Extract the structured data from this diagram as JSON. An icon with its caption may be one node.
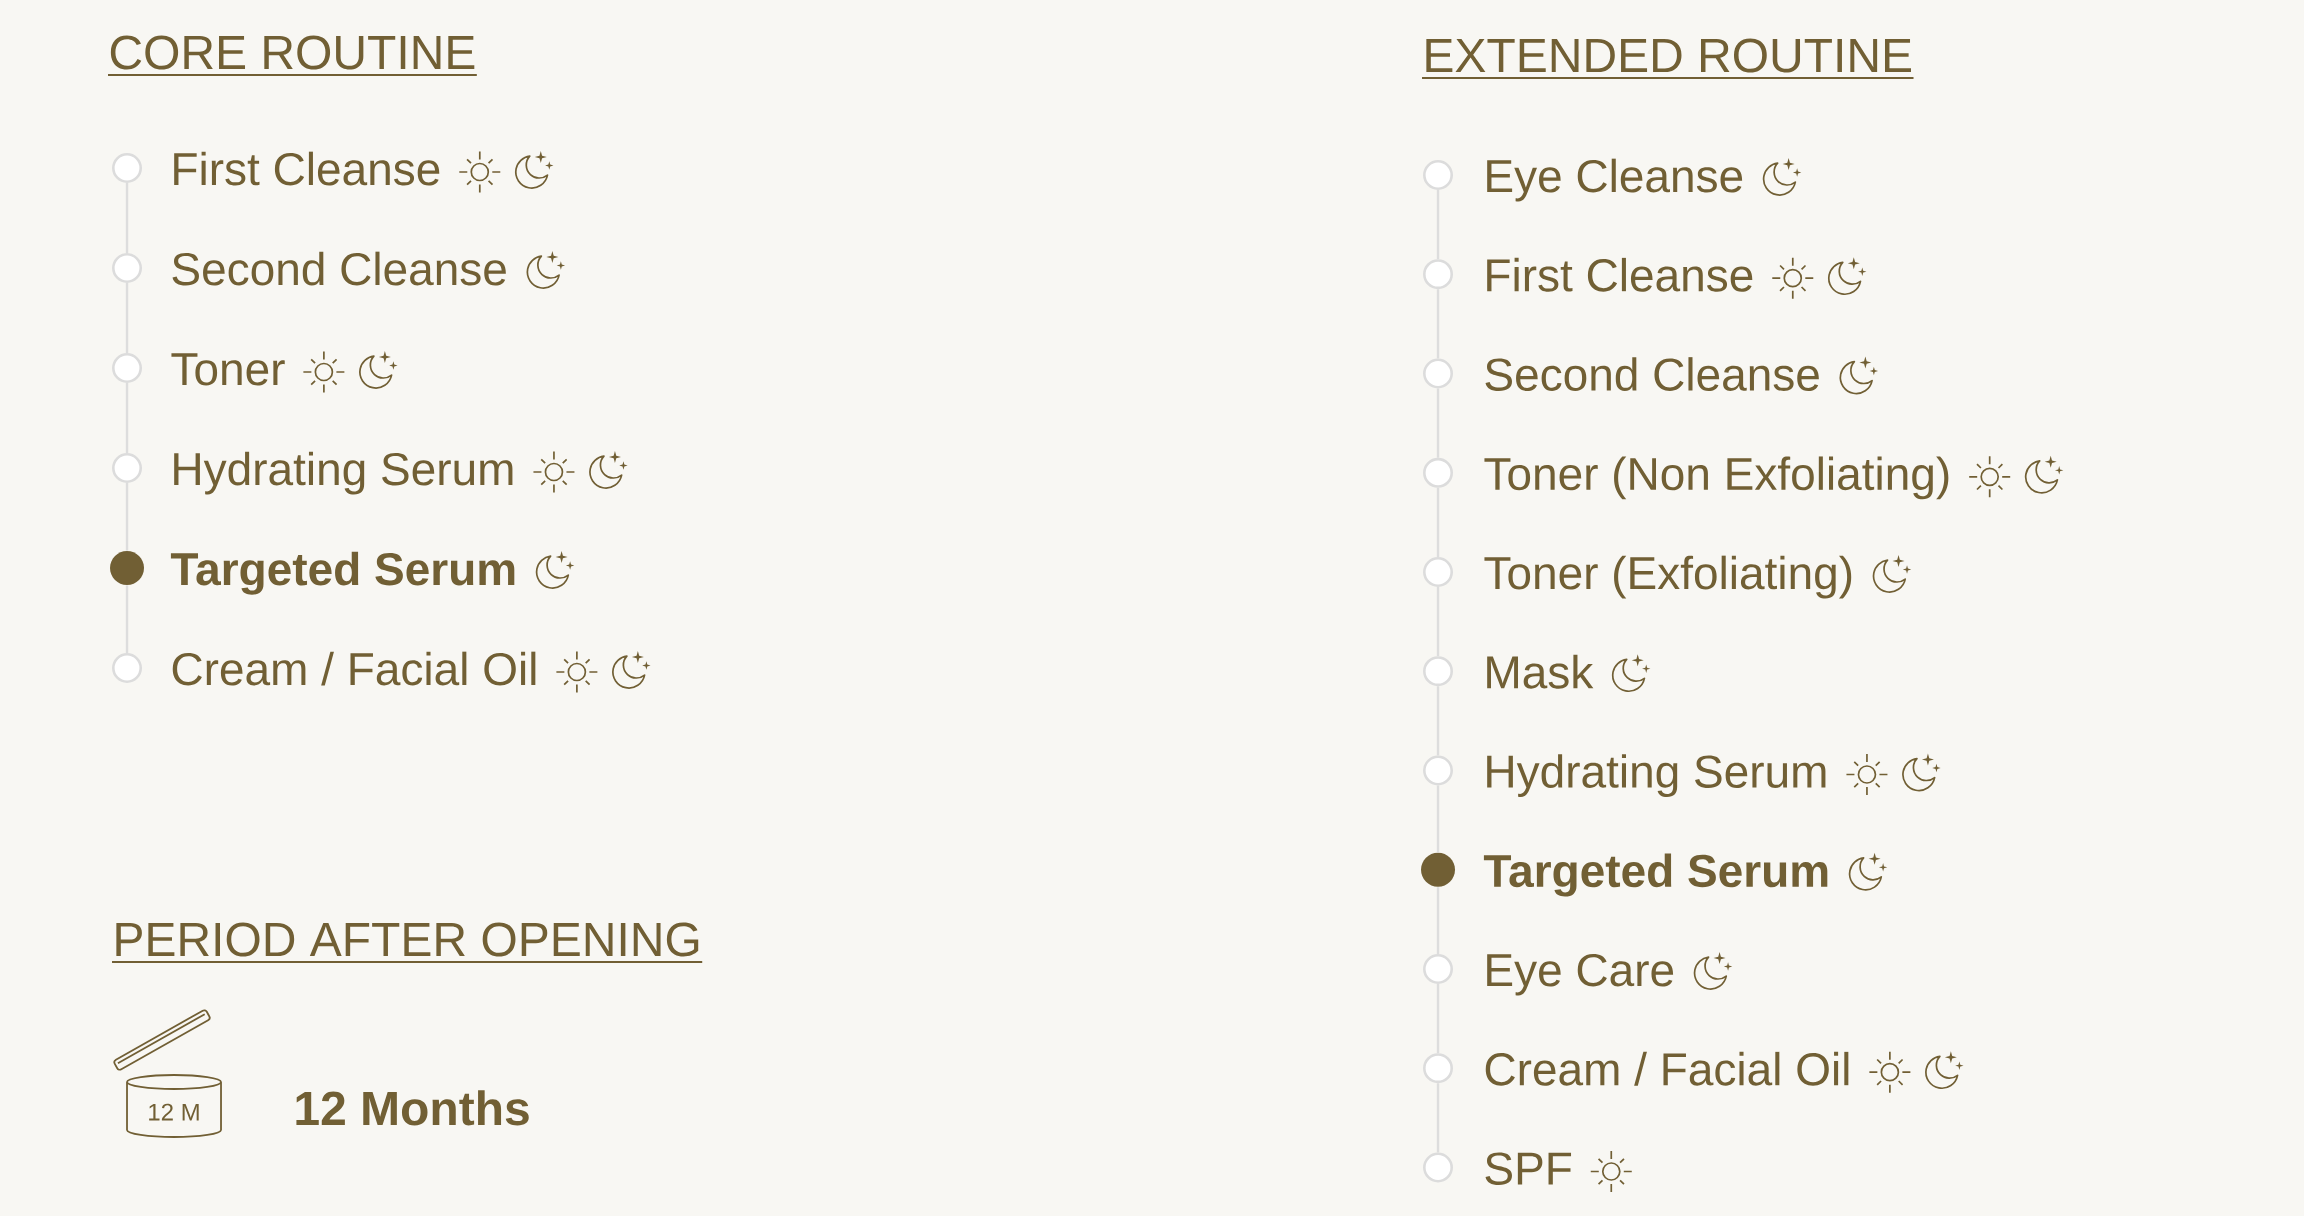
{
  "diagram": {
    "nodes": [
      {
        "text": [],
        "shape": "circle",
        "beside": [
          "First Cleanse"
        ]
      },
      {
        "text": [],
        "shape": "circle",
        "beside": [
          "Second Cleanse"
        ]
      },
      {
        "text": [],
        "shape": "circle",
        "beside": [
          "Toner"
        ]
      },
      {
        "text": [],
        "shape": "circle",
        "beside": [
          "Hydrating Serum"
        ]
      },
      {
        "text": [],
        "shape": "dot",
        "beside": [
          "Targeted Serum"
        ]
      },
      {
        "text": [],
        "shape": "circle",
        "beside": [
          "Cream / Facial Oil"
        ]
      },
      {
        "text": [
          "12 M"
        ],
        "beside": [
          "12 Months"
        ]
      },
      {
        "text": [],
        "shape": "circle",
        "beside": [
          "Eye Cleanse"
        ]
      },
      {
        "text": [],
        "shape": "circle",
        "beside": [
          "First Cleanse"
        ]
      },
      {
        "text": [],
        "shape": "circle",
        "beside": [
          "Second Cleanse"
        ]
      },
      {
        "text": [],
        "shape": "circle",
        "beside": [
          "Toner (Non Exfoliating)"
        ]
      },
      {
        "text": [],
        "shape": "circle",
        "beside": [
          "Toner (Exfoliating)"
        ]
      },
      {
        "text": [],
        "shape": "circle",
        "beside": [
          "Mask"
        ]
      },
      {
        "text": [],
        "shape": "circle",
        "beside": [
          "Hydrating Serum"
        ]
      },
      {
        "text": [],
        "shape": "dot",
        "beside": [
          "Targeted Serum"
        ]
      },
      {
        "text": [],
        "shape": "circle",
        "beside": [
          "Eye Care"
        ]
      },
      {
        "text": [],
        "shape": "circle",
        "beside": [
          "Cream / Facial Oil"
        ]
      },
      {
        "text": [],
        "shape": "circle",
        "beside": [
          "SPF"
        ]
      }
    ],
    "edges": [
      {
        "from": 0,
        "to": 1,
        "arrow": "none"
      },
      {
        "from": 1,
        "to": 2,
        "arrow": "none"
      },
      {
        "from": 2,
        "to": 3,
        "arrow": "none"
      },
      {
        "from": 3,
        "to": 4,
        "arrow": "none"
      },
      {
        "from": 4,
        "to": 5,
        "arrow": "none"
      },
      {
        "from": 7,
        "to": 8,
        "arrow": "none"
      },
      {
        "from": 8,
        "to": 9,
        "arrow": "none"
      },
      {
        "from": 9,
        "to": 10,
        "arrow": "none"
      },
      {
        "from": 10,
        "to": 11,
        "arrow": "none"
      },
      {
        "from": 11,
        "to": 12,
        "arrow": "none"
      },
      {
        "from": 12,
        "to": 13,
        "arrow": "none"
      },
      {
        "from": 13,
        "to": 14,
        "arrow": "none"
      },
      {
        "from": 14,
        "to": 15,
        "arrow": "none"
      },
      {
        "from": 15,
        "to": 16,
        "arrow": "none"
      },
      {
        "from": 16,
        "to": 17,
        "arrow": "none"
      }
    ],
    "labels": [
      "CORE ROUTINE",
      "PERIOD AFTER OPENING",
      "EXTENDED ROUTINE"
    ]
  }
}
